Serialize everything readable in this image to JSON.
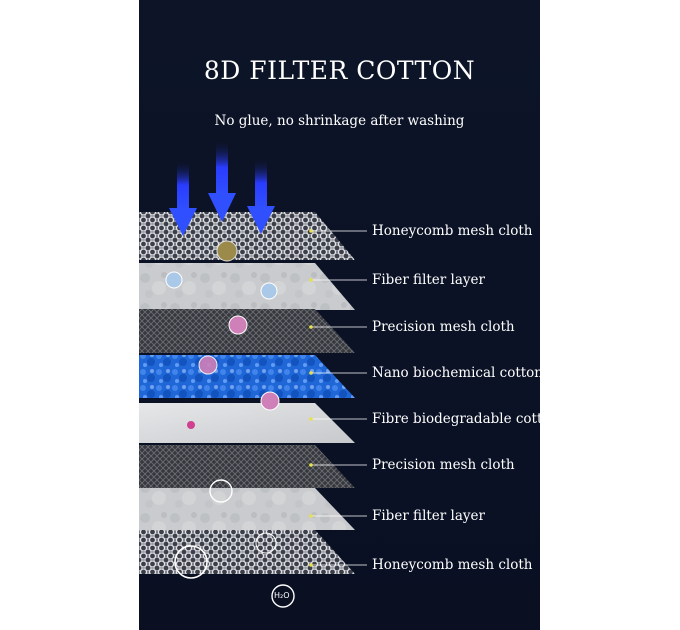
{
  "header": {
    "title": "8D FILTER COTTON",
    "subtitle": "No glue, no shrinkage after washing"
  },
  "layers": [
    {
      "label": "Honeycomb mesh cloth"
    },
    {
      "label": "Fiber filter layer"
    },
    {
      "label": "Precision mesh cloth"
    },
    {
      "label": "Nano biochemical cotton"
    },
    {
      "label": "Fibre biodegradable cotton"
    },
    {
      "label": "Precision mesh cloth"
    },
    {
      "label": "Fiber filter layer"
    },
    {
      "label": "Honeycomb mesh cloth"
    }
  ],
  "bubbles": {
    "h2o_label": "H₂O"
  },
  "colors": {
    "background": "#0b1226",
    "arrow": "#1f3cff",
    "leader_dot": "#e8e04a",
    "nano_layer": "#1f66d6"
  }
}
